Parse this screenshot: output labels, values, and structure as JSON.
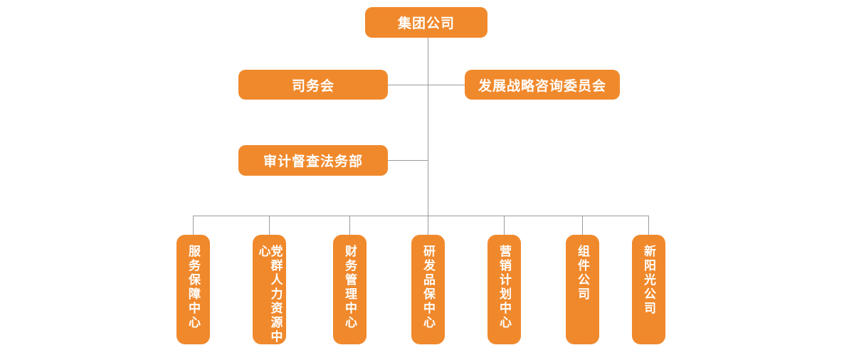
{
  "org": {
    "type": "org-chart",
    "root": {
      "label": "集团公司"
    },
    "level2": [
      {
        "label": "司务会"
      },
      {
        "label": "发展战略咨询委员会"
      }
    ],
    "level3": [
      {
        "label": "审计督查法务部"
      }
    ],
    "level4": [
      {
        "label": "服务保障中心"
      },
      {
        "label": "党群人力资源中心"
      },
      {
        "label": "财务管理中心"
      },
      {
        "label": "研发品保中心"
      },
      {
        "label": "营销计划中心"
      },
      {
        "label": "组件公司"
      },
      {
        "label": "新阳光公司"
      }
    ],
    "colors": {
      "node_fill": "#f0892c",
      "node_text": "#ffffff",
      "node_shadow": "#e9e9e9",
      "connector": "#9b9b9b",
      "background": "#ffffff"
    }
  }
}
